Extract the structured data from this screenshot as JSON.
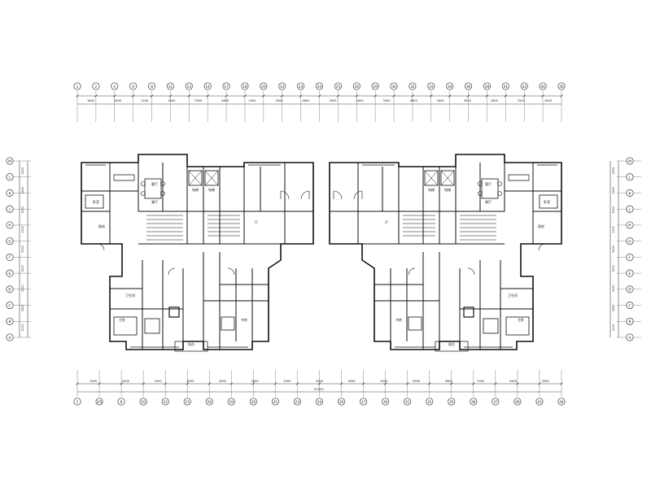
{
  "drawing": {
    "top_axes": [
      "1",
      "2",
      "4",
      "6",
      "8",
      "11",
      "13",
      "14",
      "17",
      "18",
      "20",
      "22",
      "23",
      "24",
      "25",
      "26",
      "29",
      "30",
      "32",
      "33",
      "34",
      "36",
      "38",
      "41",
      "42",
      "44",
      "45"
    ],
    "top_dims": [
      "1800",
      "2800",
      "1250",
      "1600",
      "3500",
      "4800",
      "1900",
      "3400",
      "4800",
      "3900",
      "2600",
      "3900",
      "4800",
      "3400",
      "3500",
      "1600",
      "2500",
      "1800"
    ],
    "bottom_axes": [
      "1",
      "3/5",
      "8",
      "10",
      "12",
      "15",
      "16",
      "19",
      "20",
      "21",
      "23",
      "24",
      "26",
      "27",
      "30",
      "31",
      "32",
      "35",
      "36",
      "37",
      "40",
      "43",
      "44"
    ],
    "bottom_dims": [
      "3500",
      "3400",
      "2900",
      "3900",
      "3900",
      "3400",
      "3300",
      "3400",
      "3000",
      "3400",
      "3900",
      "3900",
      "2900",
      "3400",
      "3500"
    ],
    "bottom_total": "87000",
    "left_axes": [
      "M",
      "L",
      "K",
      "J",
      "H",
      "G",
      "F",
      "E",
      "D",
      "C",
      "B",
      "A"
    ],
    "right_axes": [
      "M",
      "L",
      "K",
      "J",
      "H",
      "G",
      "F",
      "E",
      "D",
      "C",
      "B",
      "A"
    ],
    "side_dims": [
      "2200",
      "2400",
      "3300",
      "1500",
      "3300",
      "1500",
      "2000",
      "3300",
      "2100"
    ],
    "room_labels": [
      "卧室",
      "主卧",
      "客厅",
      "餐厅",
      "厨房",
      "卫生间",
      "阳台",
      "书房",
      "电梯",
      "电梯",
      "厅",
      "卧室",
      "主卧",
      "客厅",
      "餐厅",
      "厨房",
      "卫生间",
      "阳台",
      "书房",
      "电梯",
      "电梯",
      "厅"
    ]
  }
}
